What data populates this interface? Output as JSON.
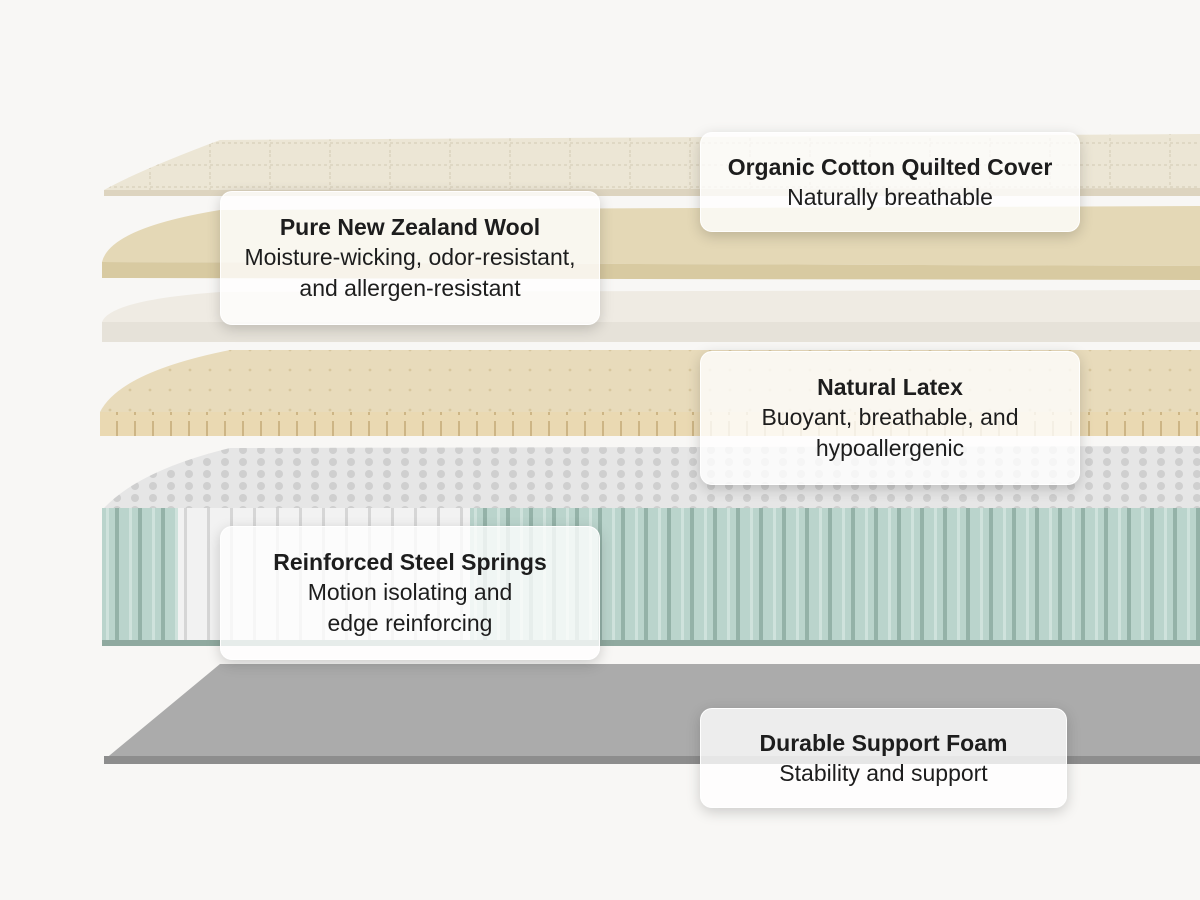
{
  "colors": {
    "background": "#f8f7f5",
    "cover": "#ebe4d3",
    "wool": "#e2d6b3",
    "comfort_foam": "#eeeae2",
    "latex": "#e5d6b4",
    "springs_fabric": "#b9d3cb",
    "springs_top": "#e3e3e3",
    "support_foam": "#a9a9a9",
    "card_background": "#ffffff",
    "text": "#1d1d1d"
  },
  "layers": [
    {
      "title": "Organic Cotton Quilted Cover",
      "description": "Naturally breathable"
    },
    {
      "title": "Pure New Zealand Wool",
      "description_lines": [
        "Moisture-wicking, odor-resistant,",
        "and allergen-resistant"
      ]
    },
    {
      "title": "Natural Latex",
      "description_lines": [
        "Buoyant, breathable, and",
        "hypoallergenic"
      ]
    },
    {
      "title": "Reinforced Steel Springs",
      "description_lines": [
        "Motion isolating and",
        "edge reinforcing"
      ]
    },
    {
      "title": "Durable Support Foam",
      "description": "Stability and support"
    }
  ]
}
